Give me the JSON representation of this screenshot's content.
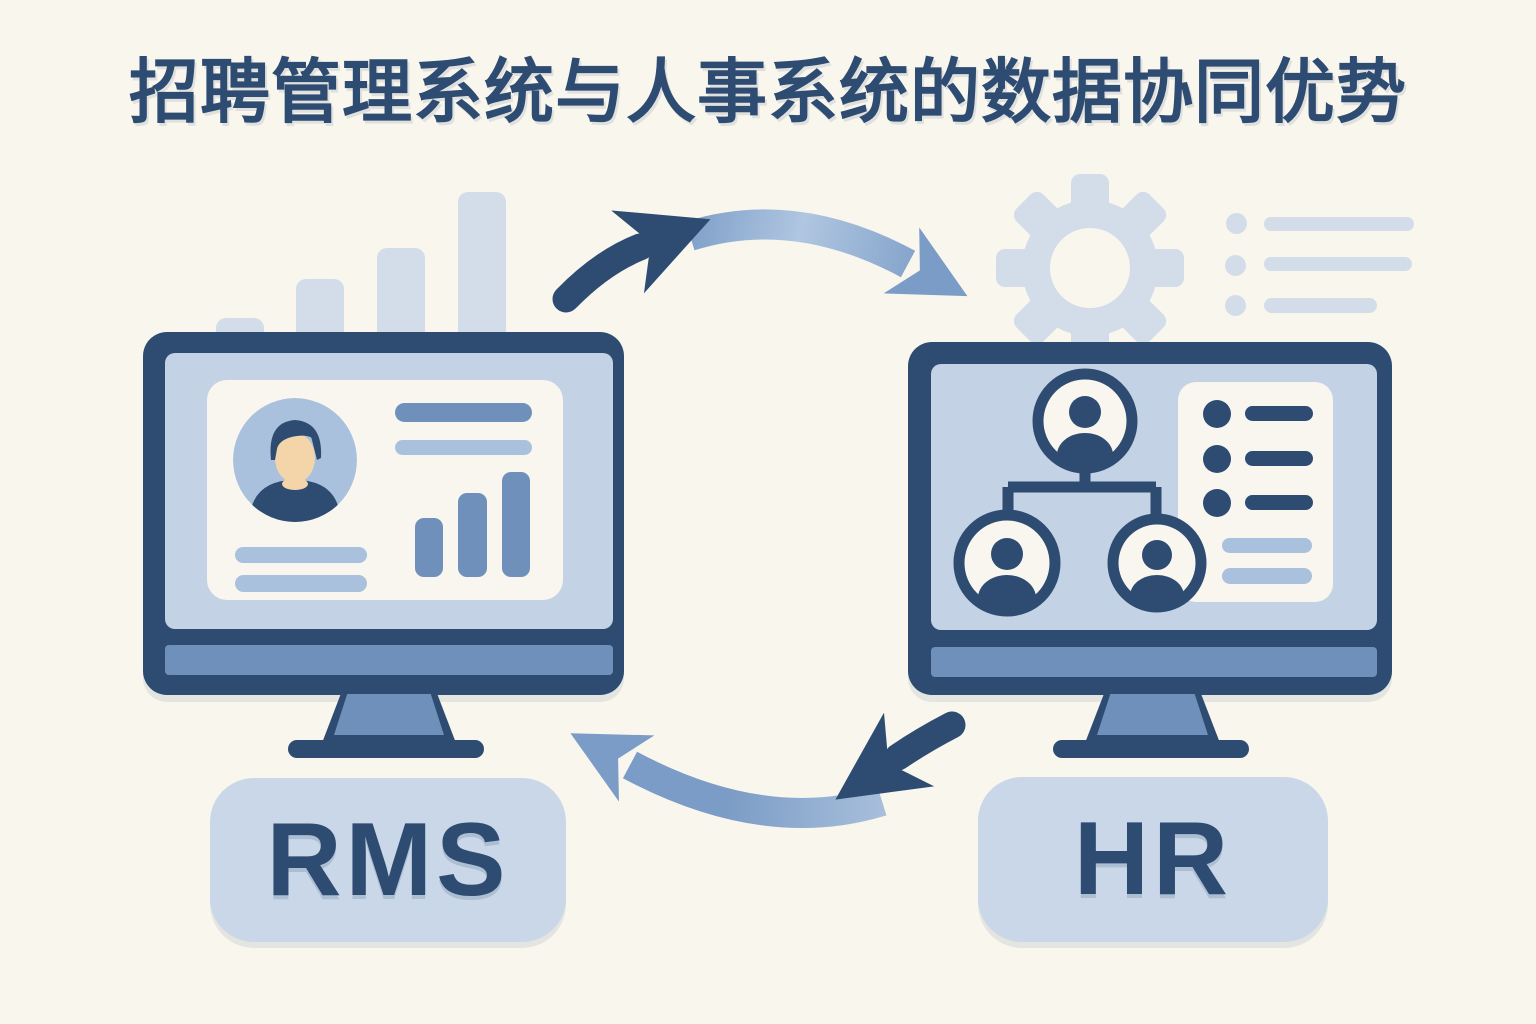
{
  "title": "招聘管理系统与人事系统的数据协同优势",
  "left_system": {
    "badge_label": "RMS",
    "screen_content": [
      "user-avatar-icon",
      "profile-text-lines",
      "mini-bar-chart-icon"
    ],
    "background_icon": "bar-chart-icon"
  },
  "right_system": {
    "badge_label": "HR",
    "screen_content": [
      "org-chart-icon",
      "checklist-card-icon"
    ],
    "background_icons": [
      "gear-icon",
      "bullet-list-icon"
    ]
  },
  "flow": {
    "top_arrow": "arrow-curved-right-icon",
    "bottom_arrow": "arrow-curved-left-icon",
    "meaning": "two-way data sync between RMS and HR"
  },
  "colors": {
    "background": "#f9f6ee",
    "navy": "#2e4c72",
    "medium_blue": "#6e90ba",
    "screen_blue": "#c3d2e4",
    "pale_blue": "#a9c1dd",
    "badge_blue": "#c9d7e8",
    "ghost_blue": "#d3dde9",
    "card_white": "#f8f6ef",
    "skin": "#f3d5a9",
    "arc_blue": "#7b9cc6"
  }
}
